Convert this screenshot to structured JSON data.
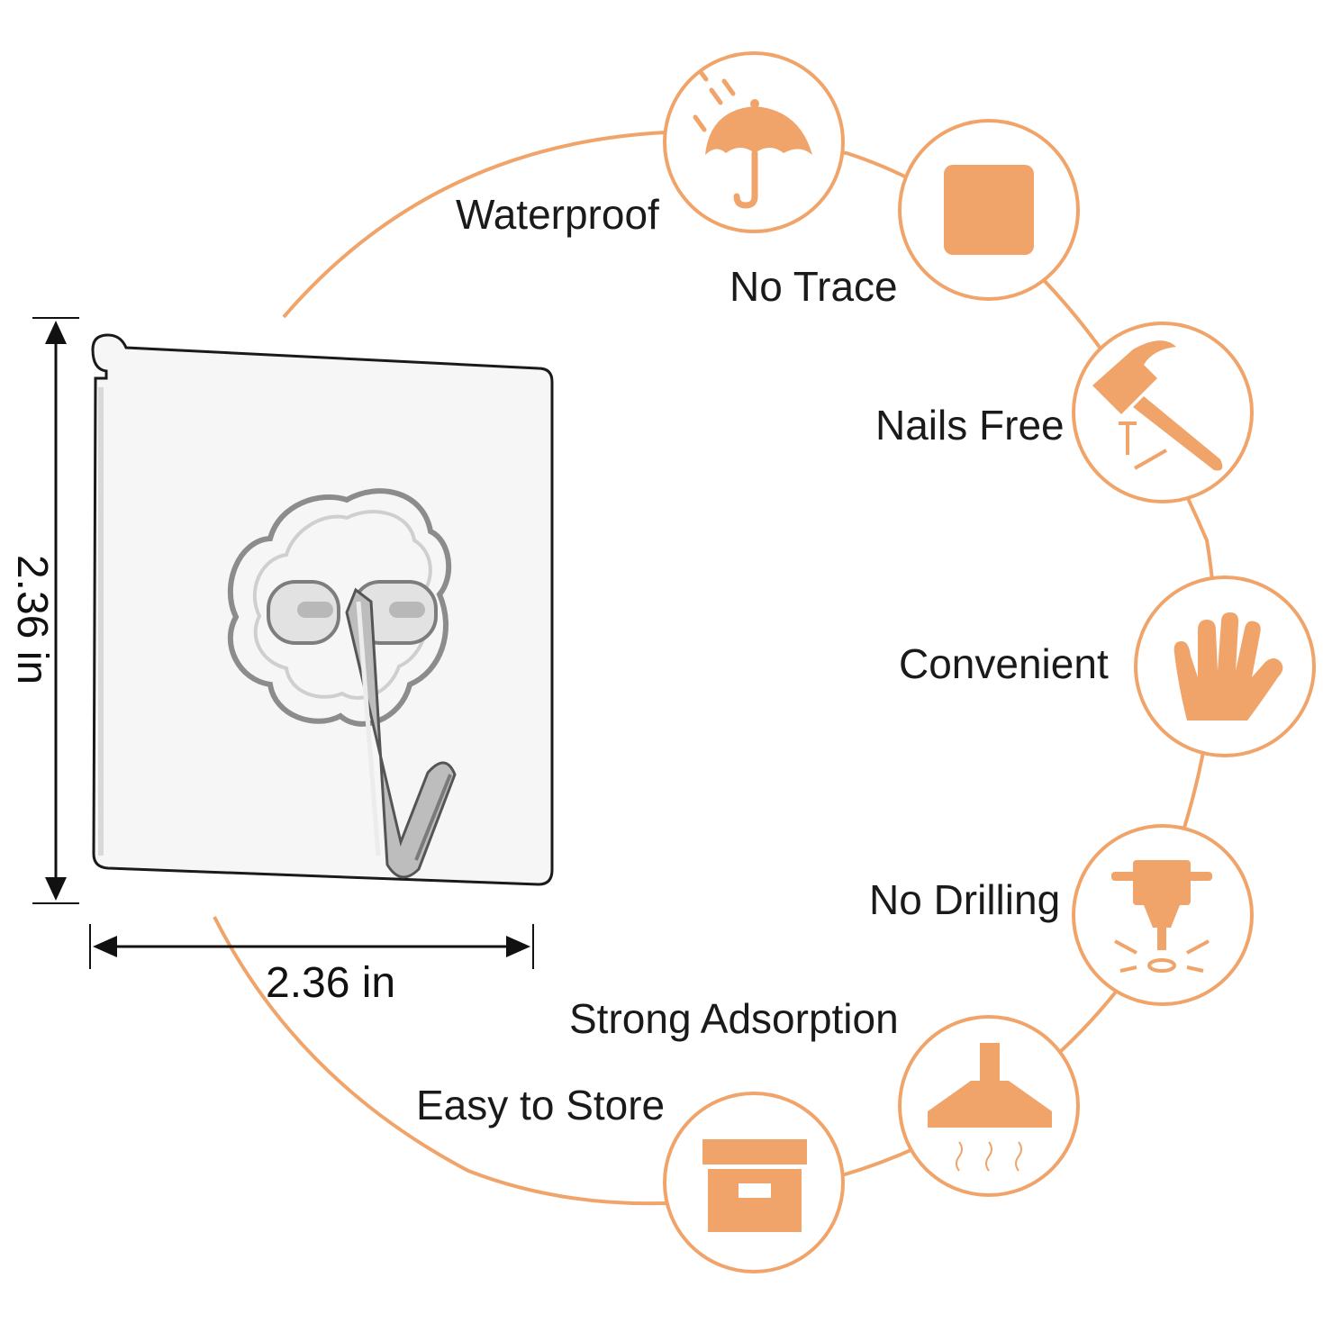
{
  "accent_color": "#F0A46A",
  "features": [
    {
      "label": "Waterproof",
      "icon": "umbrella-icon"
    },
    {
      "label": "No Trace",
      "icon": "square-icon"
    },
    {
      "label": "Nails Free",
      "icon": "hammer-icon"
    },
    {
      "label": "Convenient",
      "icon": "hand-icon"
    },
    {
      "label": "No Drilling",
      "icon": "drill-icon"
    },
    {
      "label": "Strong Adsorption",
      "icon": "range-hood-icon"
    },
    {
      "label": "Easy to Store",
      "icon": "storage-box-icon"
    }
  ],
  "dimensions": {
    "width": "2.36 in",
    "height": "2.36 in"
  }
}
